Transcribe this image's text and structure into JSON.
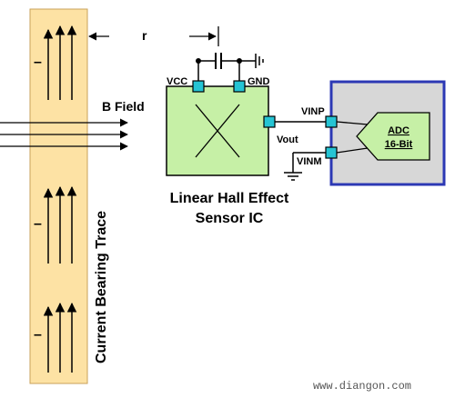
{
  "labels": {
    "r": "r",
    "b_field": "B Field",
    "vcc": "VCC",
    "gnd": "GND",
    "vout": "Vout",
    "vinp": "VINP",
    "vinm": "VINM",
    "adc": "ADC",
    "adc_bits": "16-Bit",
    "sensor_line1": "Linear Hall Effect",
    "sensor_line2": "Sensor IC",
    "trace": "Current Bearing Trace",
    "minus": "–",
    "watermark": "www.diangon.com"
  },
  "colors": {
    "trace_fill": "#fde2a4",
    "trace_border": "#c9a25a",
    "sensor_fill": "#c6f0a6",
    "pin_fill": "#25c4d4",
    "adc_border": "#2c38b4",
    "adc_fill": "#d7d7d7",
    "adc_triangle": "#c6f0a6"
  }
}
